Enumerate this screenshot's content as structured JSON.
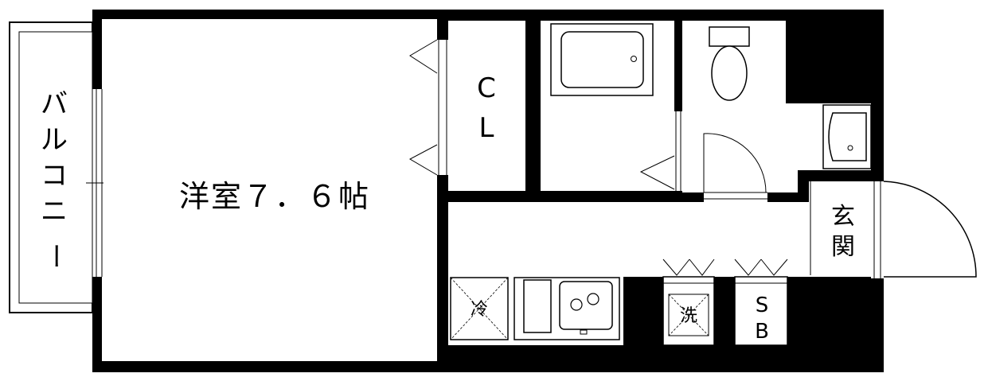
{
  "balcony": {
    "chars": [
      "バ",
      "ル",
      "コ",
      "ニ",
      "ー"
    ]
  },
  "western_room": {
    "label": "洋室７．６帖"
  },
  "closet": {
    "line1": "C",
    "line2": "L"
  },
  "entrance": {
    "line1": "玄",
    "line2": "関"
  },
  "fridge": {
    "label": "冷"
  },
  "washer": {
    "label": "洗"
  },
  "shoe_box": {
    "line1": "S",
    "line2": "B"
  },
  "colors": {
    "wall": "#000000",
    "background": "#ffffff",
    "fixture_fill": "#ffffff",
    "fixture_stroke": "#000000"
  }
}
